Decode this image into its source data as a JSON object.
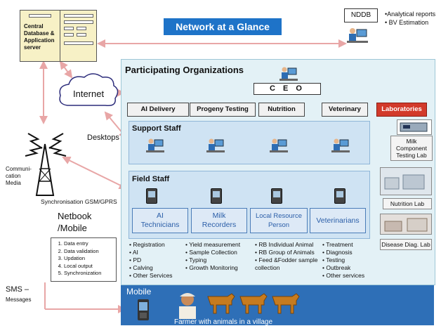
{
  "title": "Network at a Glance",
  "server": {
    "line1": "Central",
    "line2": "Database &",
    "line3": "Application",
    "line4": "server"
  },
  "nddb": {
    "label": "NDDB",
    "bullets": [
      "Analytical reports",
      "BV Estimation"
    ]
  },
  "panel": {
    "title": "Participating Organizations"
  },
  "ceo": "C E O",
  "departments": [
    "AI Delivery",
    "Progeny Testing",
    "Nutrition",
    "Veterinary",
    "Laboratories"
  ],
  "support_staff": "Support Staff",
  "field_staff": "Field Staff",
  "field_roles": [
    "AI\nTechnicians",
    "Milk\nRecorders",
    "Local Resource\nPerson",
    "Veterinarians"
  ],
  "services": [
    [
      "Registration",
      "AI",
      "PD",
      "Calving",
      "Other Services"
    ],
    [
      "Yield measurement",
      "Sample Collection",
      "Typing",
      "Growth Monitoring"
    ],
    [
      "RB Individual Animal",
      "RB Group of Animals",
      "Feed &Fodder sample collection"
    ],
    [
      "Treatment",
      "Diagnosis",
      "Testing",
      "Outbreak",
      "Other services"
    ]
  ],
  "left": {
    "internet": "Internet",
    "desktops": "Desktops",
    "comm": [
      "Communi-",
      "cation",
      "Media"
    ],
    "sync": "Synchronisation GSM/GPRS",
    "netbook": [
      "Netbook",
      "/Mobile"
    ],
    "tasks": [
      "Data entry",
      "Data validation",
      "Updation",
      "Local output",
      "Synchronization"
    ],
    "sms": "SMS –",
    "sms_sub": "Messages"
  },
  "labs": [
    "Milk Component Testing Lab",
    "Nutrition Lab",
    "Disease Diag. Lab"
  ],
  "mobile": {
    "title": "Mobile",
    "caption": "Farmer with animals in a village"
  },
  "colors": {
    "banner": "#1e73c8",
    "panel": "#e3f1f6",
    "labs": "#d23a2b",
    "mobile": "#2e6fb7",
    "arrow": "#e8a6a6"
  }
}
